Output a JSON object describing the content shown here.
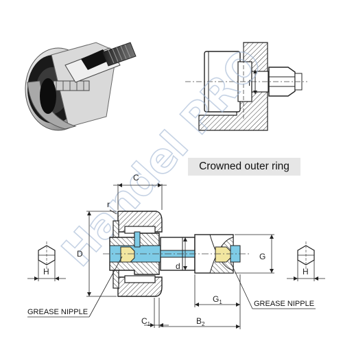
{
  "title": "Crowned outer ring",
  "watermark": "Handel PRO",
  "labels": {
    "C": "C",
    "D": "D",
    "d": "d",
    "G": "G",
    "G1": "G",
    "G1_sub": "1",
    "C1": "C",
    "C1_sub": "1",
    "B2": "B",
    "B2_sub": "2",
    "H_left": "H",
    "H_right": "H",
    "r": "r",
    "f": "f"
  },
  "callouts": {
    "left": "GREASE NIPPLE",
    "right": "GREASE NIPPLE"
  },
  "colors": {
    "hatch": "#333333",
    "grease_blue": "#7ecbe6",
    "nipple_yellow": "#f2e6a0",
    "metal_dark": "#2a2a2a"
  }
}
